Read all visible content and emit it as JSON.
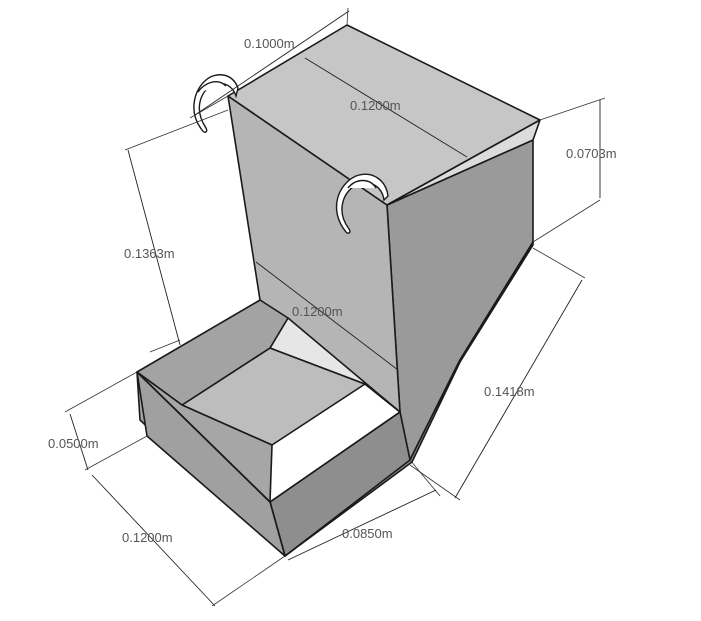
{
  "diagram": {
    "dimensions": {
      "lid_width": "0.1000m",
      "lid_depth": "0.1200m",
      "front_height": "0.0703m",
      "back_height": "0.1363m",
      "inner_width": "0.1200m",
      "slope_length": "0.1418m",
      "tray_height": "0.0500m",
      "tray_width": "0.1200m",
      "tray_depth": "0.0850m"
    },
    "colors": {
      "lid": "#c6c6c6",
      "back_face": "#b5b5b5",
      "right_face": "#9a9a9a",
      "tray_left": "#a6a6a6",
      "tray_front": "#8f8f8f",
      "tray_floor": "#bdbdbd",
      "tray_inner_back": "#e6e6e6"
    }
  }
}
